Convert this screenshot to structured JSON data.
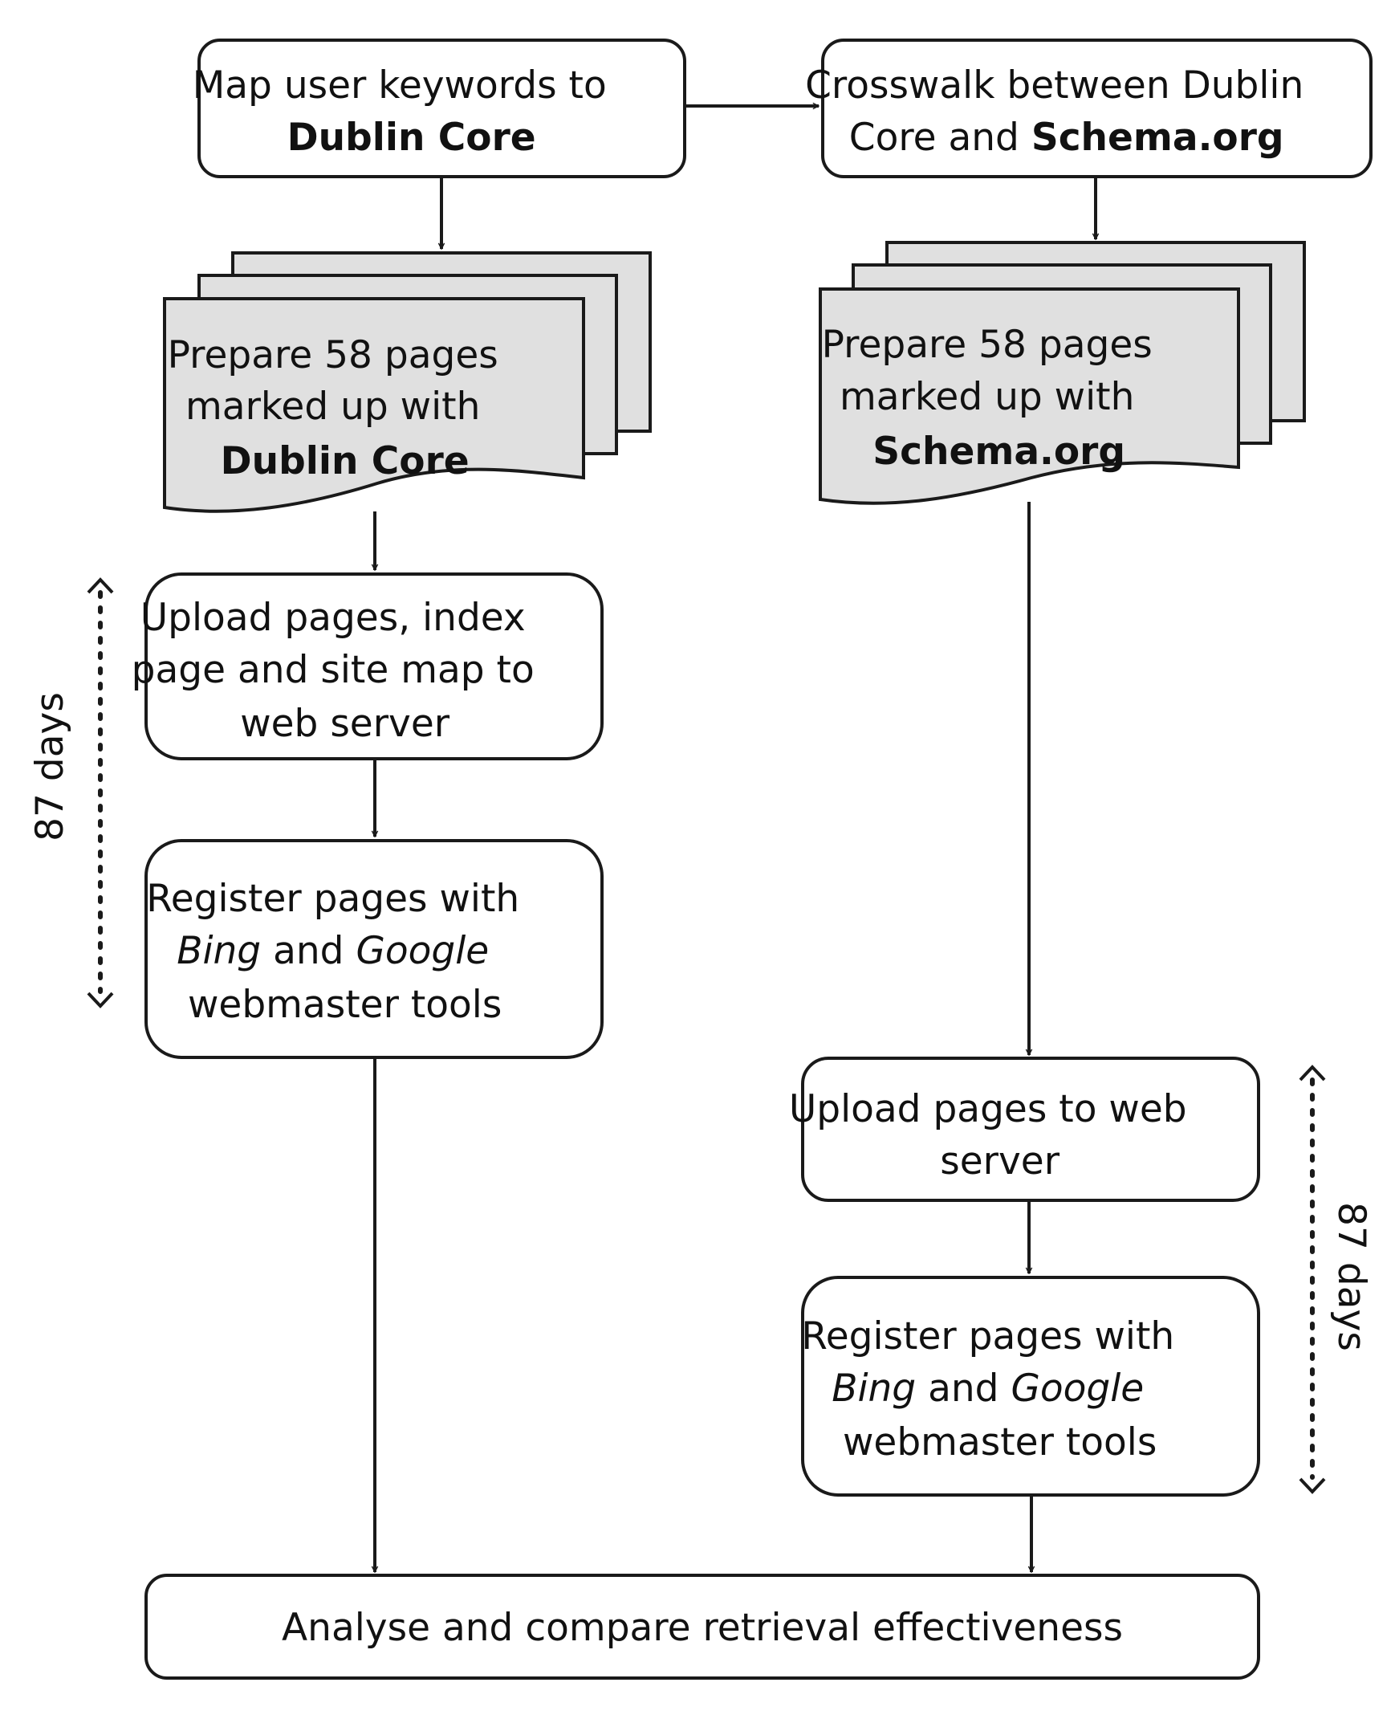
{
  "nodes": {
    "map_keywords": {
      "line1": "Map user keywords to",
      "line2_bold": "Dublin Core"
    },
    "crosswalk": {
      "line1": "Crosswalk between Dublin",
      "line2_normal": "Core and ",
      "line2_bold": "Schema.org"
    },
    "prepare_dc": {
      "line1": "Prepare 58 pages",
      "line2": "marked up with",
      "line3_bold": "Dublin Core"
    },
    "prepare_schema": {
      "line1": "Prepare 58 pages",
      "line2": "marked up with",
      "line3_bold": "Schema.org"
    },
    "upload_dc": {
      "line1": "Upload pages, index",
      "line2": "page and site map to",
      "line3": "web server"
    },
    "register_dc": {
      "bing": "Bing",
      "and": " and ",
      "google": "Google",
      "line1": "Register pages with",
      "line3": "webmaster tools"
    },
    "upload_schema": {
      "line1": "Upload pages to web",
      "line2": "server"
    },
    "register_schema": {
      "bing": "Bing",
      "and": " and ",
      "google": "Google",
      "line1": "Register pages with",
      "line3": "webmaster tools"
    },
    "analyse": {
      "label": "Analyse and compare retrieval effectiveness"
    }
  },
  "durations": {
    "left": "87 days",
    "right": "87 days"
  }
}
